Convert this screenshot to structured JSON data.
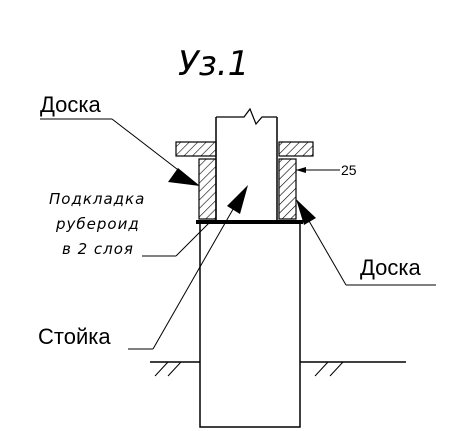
{
  "title": "Уз.1",
  "labels": {
    "board_left": "Доска",
    "board_right": "Доска",
    "post": "Стойка"
  },
  "note": {
    "line1": "Подкладка",
    "line2": "рубероид",
    "line3": "в 2 слоя"
  },
  "dimension": "25"
}
